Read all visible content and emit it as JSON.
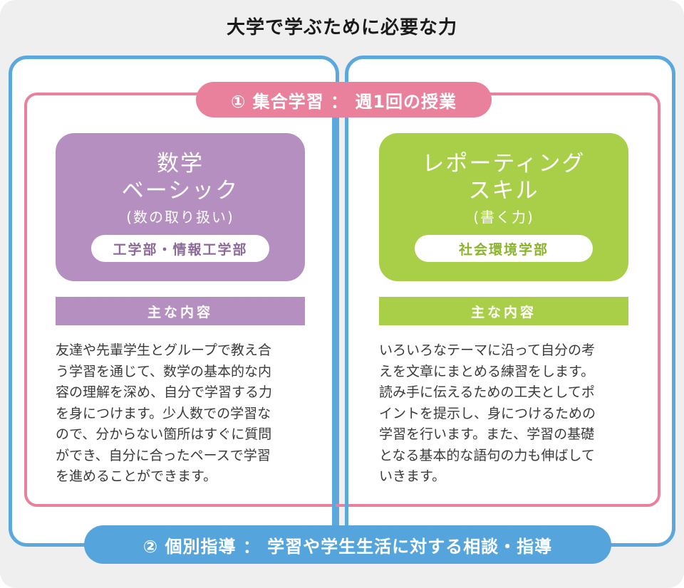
{
  "title": "大学で学ぶために必要な力",
  "group_session": {
    "label": "① 集合学習 ： 週1回の授業",
    "color": "#e9809c"
  },
  "individual_guidance": {
    "label": "② 個別指導 ： 学習や学生生活に対する相談・指導",
    "color": "#55a5dc"
  },
  "courses": [
    {
      "title_line1": "数学",
      "title_line2": "ベーシック",
      "subtitle": "(数の取り扱い)",
      "department": "工学部・情報工学部",
      "section_header": "主な内容",
      "color": "#b48fc0",
      "description_lines": [
        "友達や先輩学生とグループで教え合",
        "う学習を通じて、数学の基本的な内",
        "容の理解を深め、自分で学習する力",
        "を身につけます。少人数での学習な",
        "ので、分からない箇所はすぐに質問",
        "ができ、自分に合ったペースで学習",
        "を進めることができます。"
      ]
    },
    {
      "title_line1": "レポーティング",
      "title_line2": "スキル",
      "subtitle": "(書く力)",
      "department": "社会環境学部",
      "section_header": "主な内容",
      "color": "#a9cf48",
      "description_lines": [
        "いろいろなテーマに沿って自分の考",
        "えを文章にまとめる練習をします。",
        "読み手に伝えるための工夫としてポ",
        "イントを提示し、身につけるための",
        "学習を行います。また、学習の基礎",
        "となる基本的な語句の力も伸ばして",
        "いきます。"
      ]
    }
  ]
}
